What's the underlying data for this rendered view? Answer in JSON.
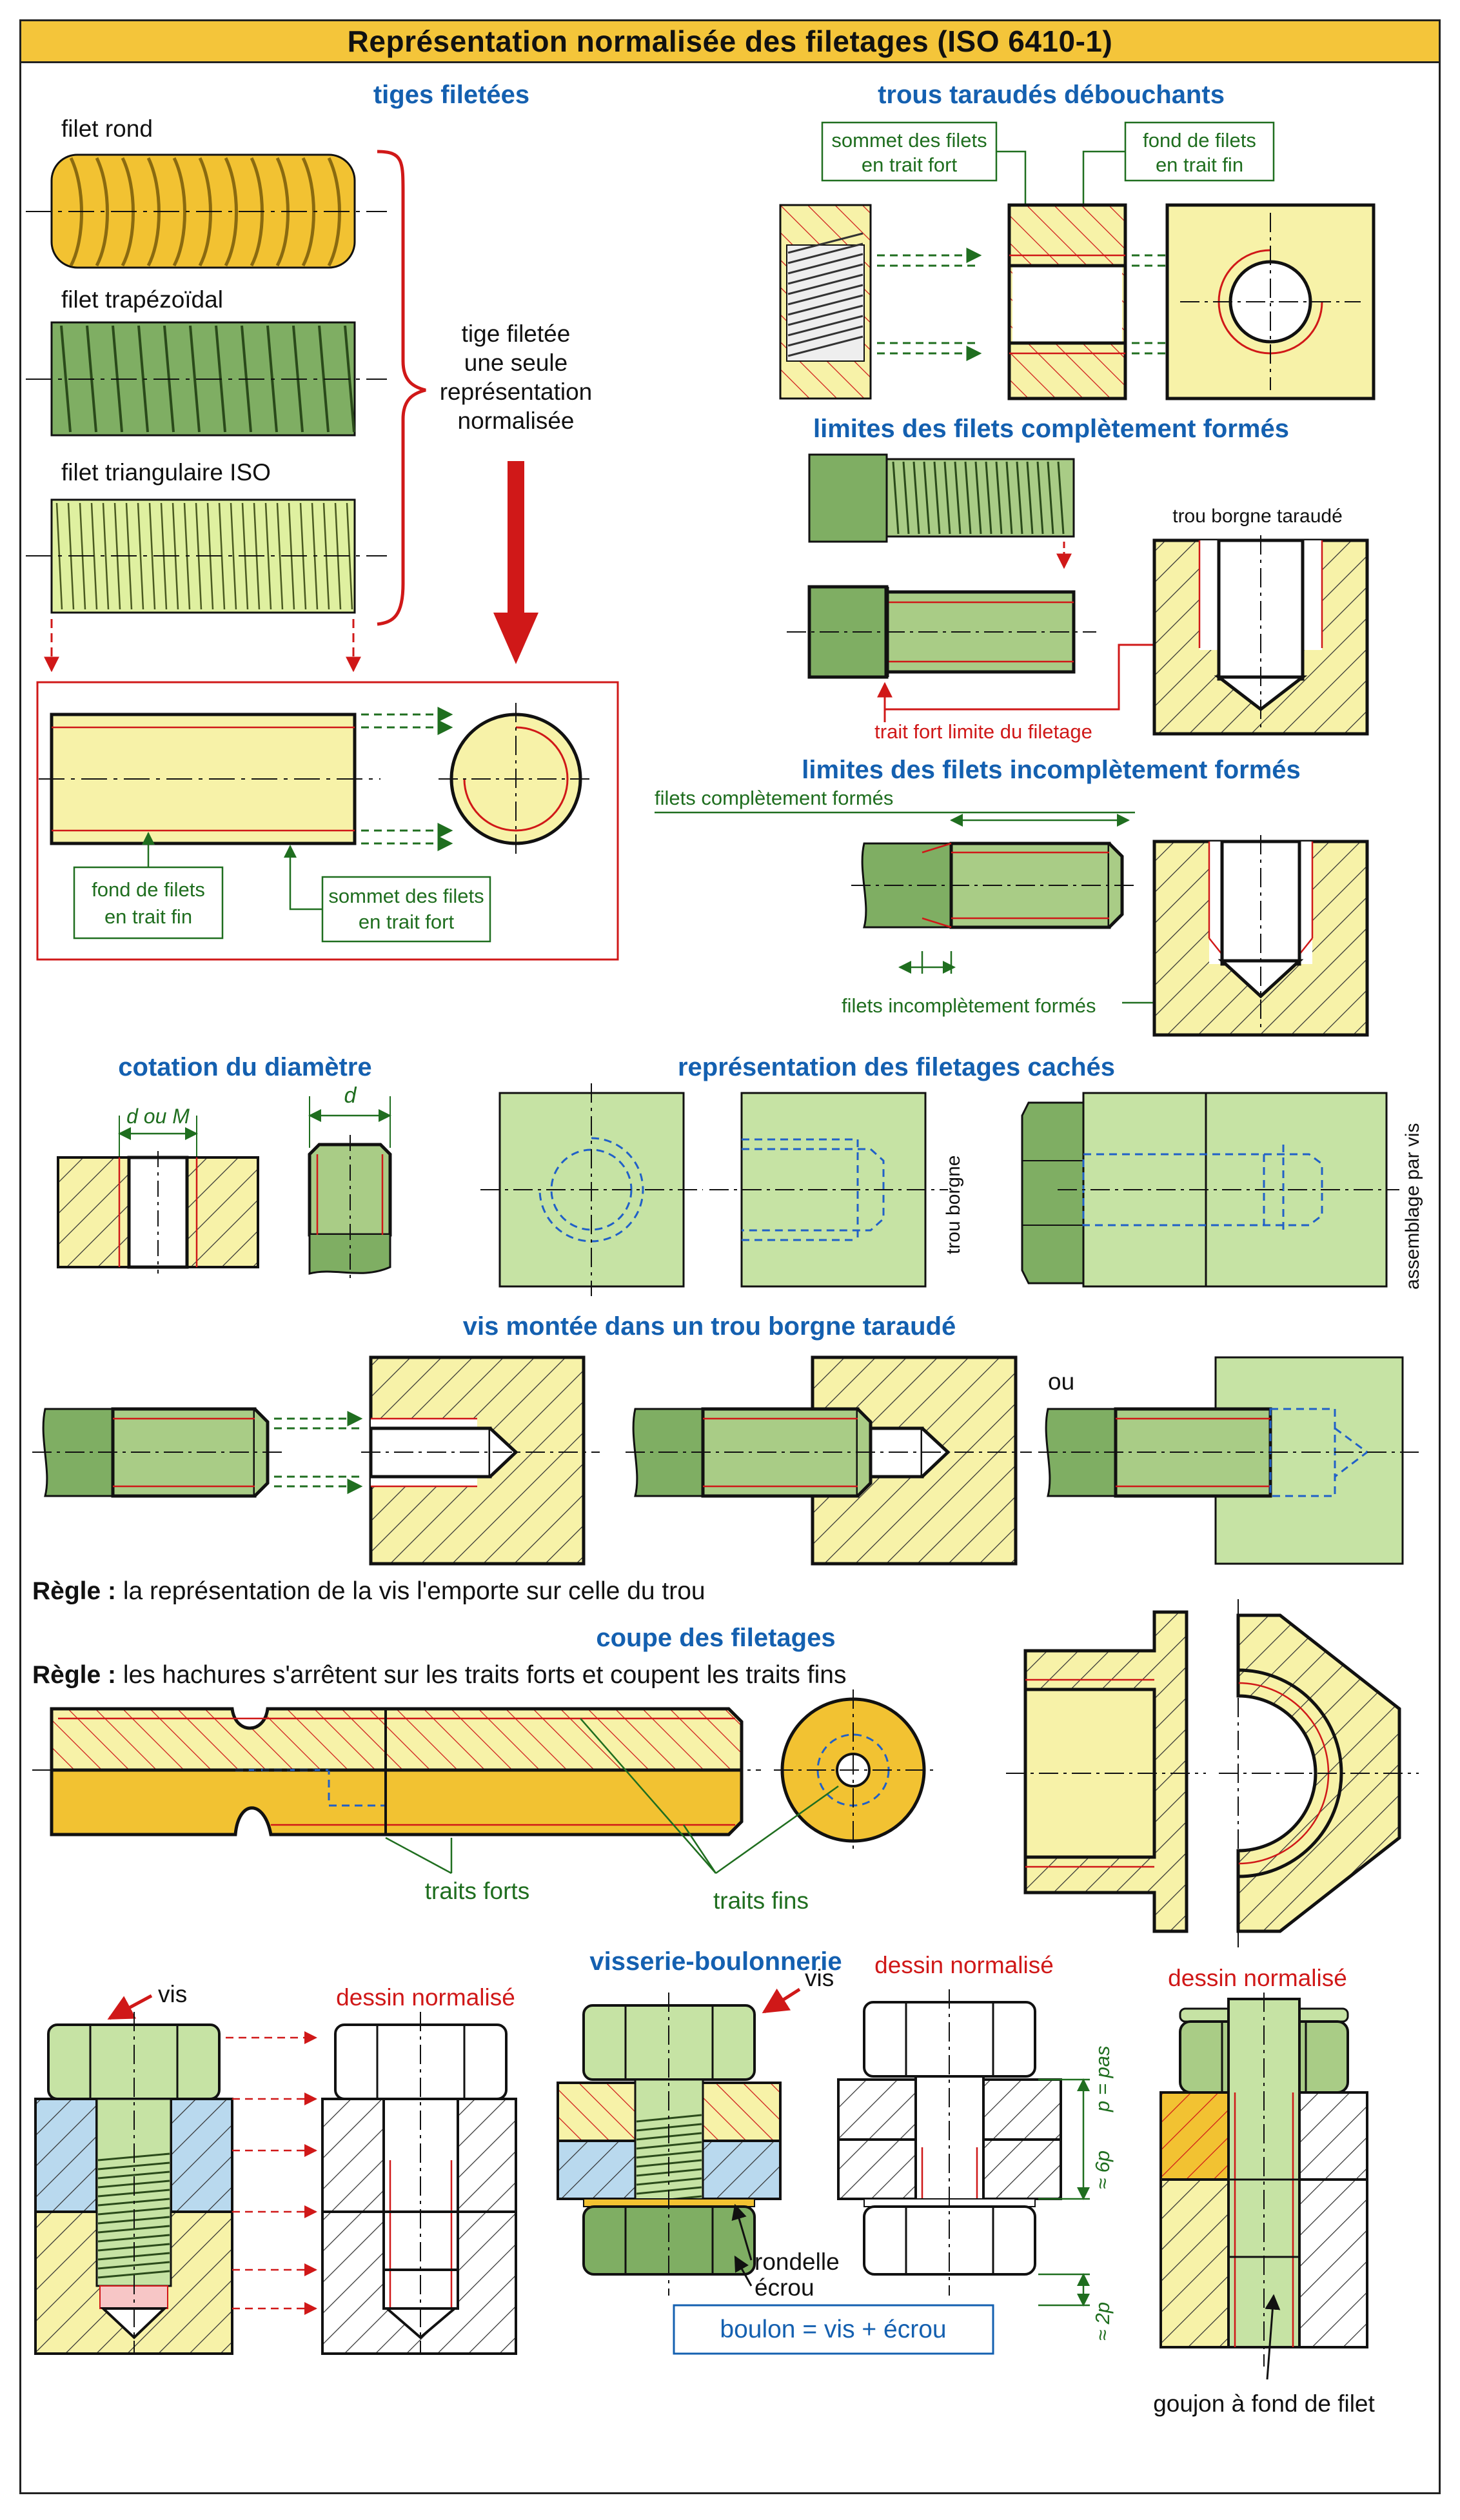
{
  "title": "Représentation normalisée des filetages (ISO 6410-1)",
  "sections": {
    "tiges": "tiges filetées",
    "trous": "trous taraudés débouchants",
    "limites_completes": "limites des filets complètement formés",
    "limites_incompletes": "limites des filets incomplètement formés",
    "cotation": "cotation du diamètre",
    "caches": "représentation des filetages cachés",
    "vis_montee": "vis montée dans un trou borgne taraudé",
    "coupe": "coupe des filetages",
    "visserie": "visserie-boulonnerie"
  },
  "labels": {
    "filet_rond": "filet rond",
    "filet_trap": "filet trapézoïdal",
    "filet_tri": "filet triangulaire ISO",
    "tige_note": [
      "tige filetée",
      "une seule",
      "représentation",
      "normalisée"
    ],
    "fond_fin": [
      "fond de filets",
      "en trait fin"
    ],
    "sommet_fort": [
      "sommet des filets",
      "en trait fort"
    ],
    "trou_borgne_taraude": "trou borgne taraudé",
    "trait_fort_limite": "trait fort limite du filetage",
    "filets_completement": "filets complètement formés",
    "filets_incompletement": "filets incomplètement formés",
    "d_ou_m": "d ou M",
    "d": "d",
    "trou_borgne": "trou borgne",
    "assemblage": "assemblage par vis",
    "ou": "ou",
    "regle1_bold": "Règle :",
    "regle1_text": " la représentation de la vis l'emporte sur celle du trou",
    "regle2_bold": "Règle :",
    "regle2_text": " les hachures s'arrêtent sur les traits forts et coupent les traits fins",
    "traits_forts": "traits forts",
    "traits_fins": "traits fins",
    "vis": "vis",
    "dessin_normalise": "dessin normalisé",
    "rondelle": "rondelle",
    "ecrou": "écrou",
    "boulon": "boulon = vis + écrou",
    "p_pas": "p = pas",
    "approx_6p": "≈ 6p",
    "approx_2p": "≈ 2p",
    "goujon": "goujon à fond de filet"
  },
  "colors": {
    "yellow": "#f7f2a8",
    "yellow_deep": "#f2c232",
    "green": "#a9cc86",
    "green_dark": "#7fae63",
    "blue": "#b9d9ee",
    "red": "#d01818",
    "dashblue": "#2060c8",
    "title_bg": "#f4c53a"
  }
}
